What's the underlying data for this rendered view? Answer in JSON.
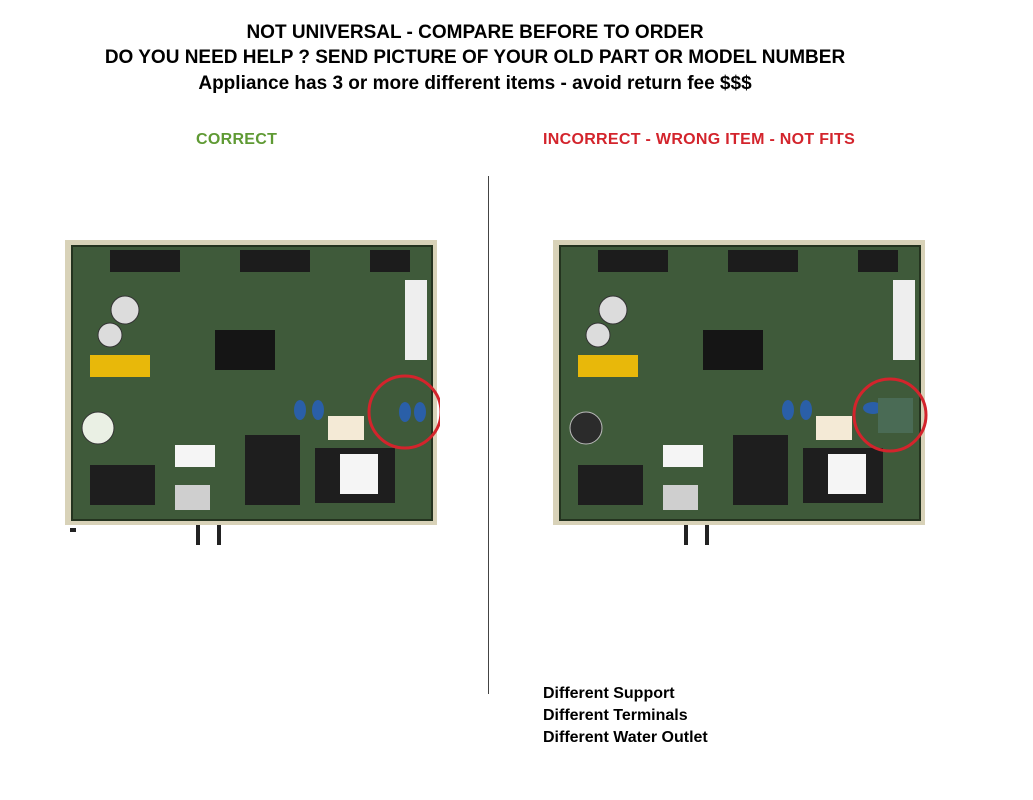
{
  "header": {
    "line1": "NOT UNIVERSAL - COMPARE BEFORE TO ORDER",
    "line2": "DO YOU NEED HELP ? SEND PICTURE OF YOUR OLD PART OR MODEL NUMBER",
    "line3": "Appliance has 3 or more different items  - avoid return fee $$$"
  },
  "labels": {
    "correct": "CORRECT",
    "incorrect": "INCORRECT - WRONG ITEM - NOT FITS"
  },
  "colors": {
    "correct": "#5f9a34",
    "incorrect": "#d3242c",
    "board": "#3f5a3a",
    "highlight_circle": "#d3242c"
  },
  "boards": {
    "correct": {
      "image": "control-board-photo",
      "highlight": "capacitors-and-terminals"
    },
    "incorrect": {
      "image": "control-board-photo",
      "highlight": "missing-capacitors-and-terminals"
    }
  },
  "notes": [
    "Different Support",
    "Different Terminals",
    "Different Water Outlet"
  ]
}
